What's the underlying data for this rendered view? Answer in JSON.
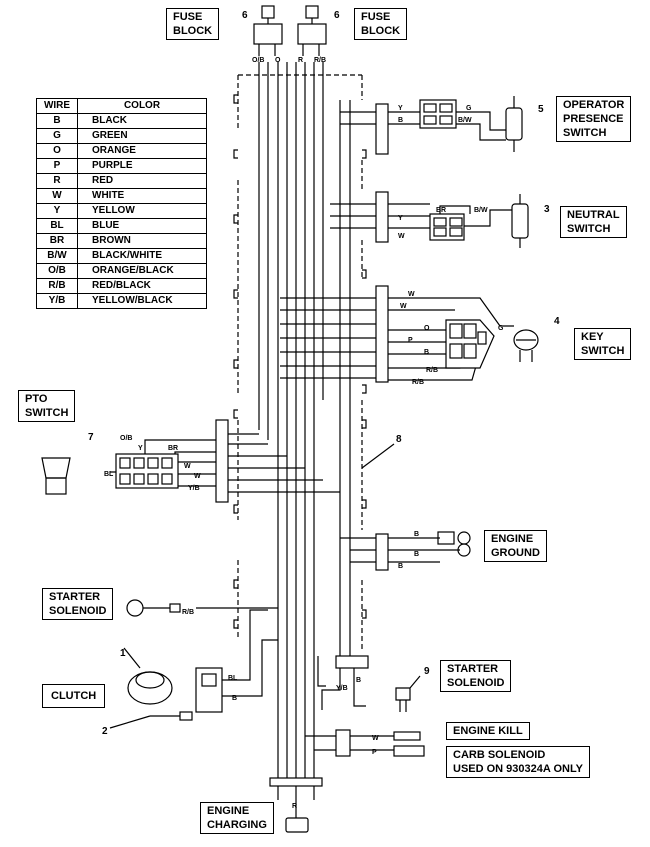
{
  "fuse_block": {
    "left_label": "FUSE\nBLOCK",
    "right_label": "FUSE\nBLOCK",
    "ref_left": "6",
    "ref_right": "6",
    "pins": [
      "O/B",
      "O",
      "R",
      "R/B"
    ]
  },
  "legend": {
    "header_wire": "WIRE",
    "header_color": "COLOR",
    "rows": [
      {
        "code": "B",
        "color": "BLACK"
      },
      {
        "code": "G",
        "color": "GREEN"
      },
      {
        "code": "O",
        "color": "ORANGE"
      },
      {
        "code": "P",
        "color": "PURPLE"
      },
      {
        "code": "R",
        "color": "RED"
      },
      {
        "code": "W",
        "color": "WHITE"
      },
      {
        "code": "Y",
        "color": "YELLOW"
      },
      {
        "code": "BL",
        "color": "BLUE"
      },
      {
        "code": "BR",
        "color": "BROWN"
      },
      {
        "code": "B/W",
        "color": "BLACK/WHITE"
      },
      {
        "code": "O/B",
        "color": "ORANGE/BLACK"
      },
      {
        "code": "R/B",
        "color": "RED/BLACK"
      },
      {
        "code": "Y/B",
        "color": "YELLOW/BLACK"
      }
    ]
  },
  "components": {
    "operator_presence": {
      "label": "OPERATOR\nPRESENCE\nSWITCH",
      "ref": "5",
      "wires": [
        "Y",
        "B",
        "G",
        "B/W"
      ]
    },
    "neutral_switch": {
      "label": "NEUTRAL\nSWITCH",
      "ref": "3",
      "wires": [
        "BR",
        "B/W",
        "Y",
        "W"
      ]
    },
    "key_switch": {
      "label": "KEY\nSWITCH",
      "ref": "4",
      "wires": [
        "W",
        "W",
        "O",
        "P",
        "B",
        "R/B",
        "R/B",
        "G"
      ]
    },
    "pto_switch": {
      "label": "PTO\nSWITCH",
      "ref": "7",
      "wires": [
        "O/B",
        "Y",
        "BR",
        "BL",
        "W",
        "W",
        "Y/B"
      ]
    },
    "harness": {
      "ref": "8"
    },
    "engine_ground": {
      "label": "ENGINE\nGROUND",
      "wires": [
        "B",
        "B",
        "B"
      ]
    },
    "starter_solenoid_left": {
      "label": "STARTER\nSOLENOID",
      "wire": "R/B"
    },
    "starter_solenoid_right": {
      "label": "STARTER\nSOLENOID",
      "ref": "9",
      "wires": [
        "Y/B",
        "B"
      ]
    },
    "clutch": {
      "label": "CLUTCH",
      "ref_clutch": "1",
      "ref_connector": "2",
      "wires": [
        "BL",
        "B"
      ]
    },
    "engine_kill": {
      "label": "ENGINE KILL",
      "wire": "W"
    },
    "carb_solenoid": {
      "label": "CARB SOLENOID\nUSED ON 930324A ONLY",
      "wire": "P"
    },
    "engine_charging": {
      "label": "ENGINE\nCHARGING",
      "wire": "R"
    }
  }
}
